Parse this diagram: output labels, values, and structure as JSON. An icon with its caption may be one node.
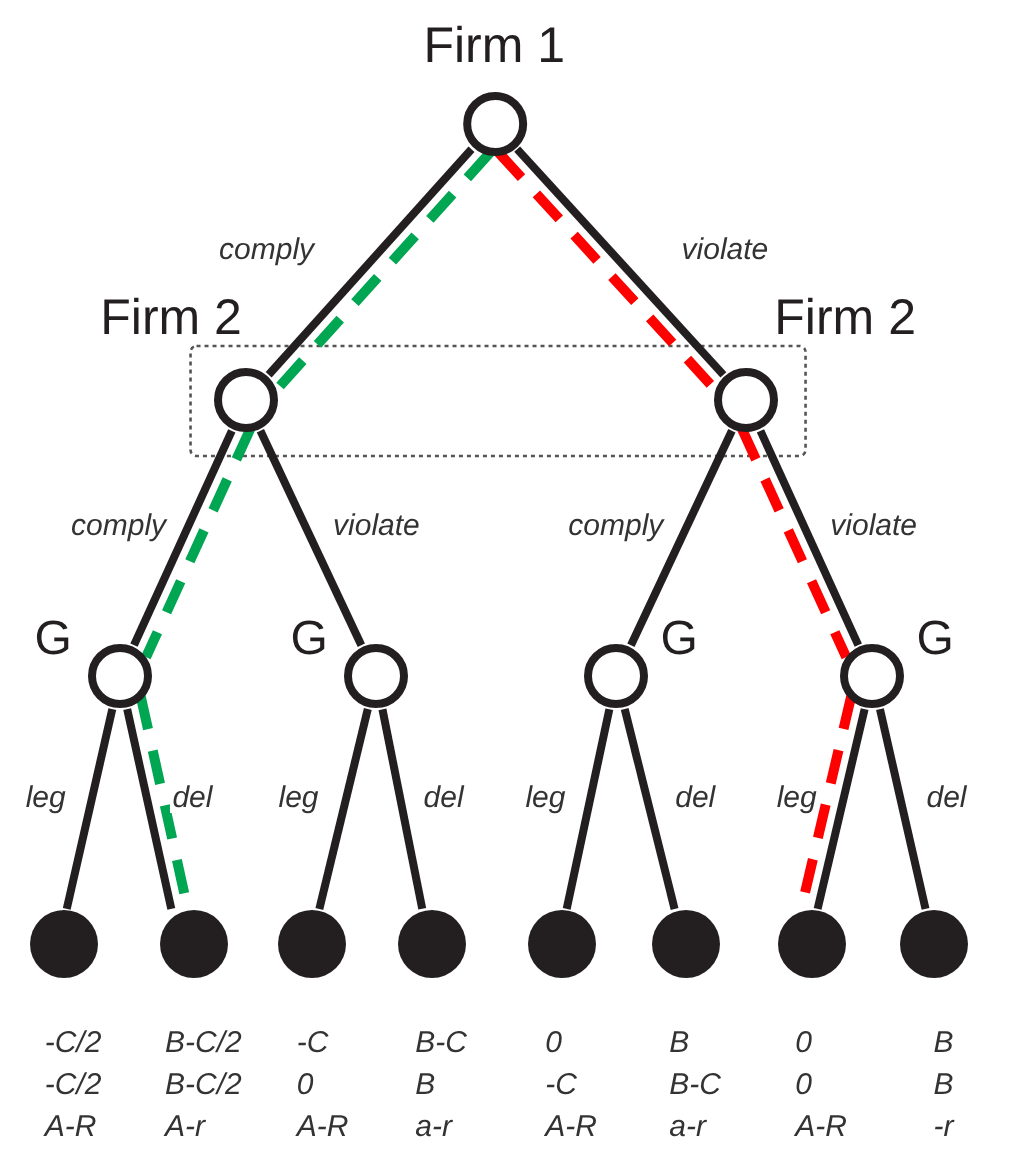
{
  "diagram": {
    "nodes": [
      {
        "text": [
          "Firm 1"
        ]
      },
      {
        "text": [
          "Firm 2"
        ]
      },
      {
        "text": [
          "Firm 2"
        ]
      },
      {
        "text": [
          "G"
        ]
      },
      {
        "text": [
          "G"
        ]
      },
      {
        "text": [
          "G"
        ]
      },
      {
        "text": [
          "G"
        ]
      },
      {
        "text": [],
        "shape": "circle",
        "beside": [
          "-C/2",
          "-C/2",
          "A-R"
        ]
      },
      {
        "text": [],
        "shape": "circle",
        "beside": [
          "B-C/2",
          "B-C/2",
          "A-r"
        ]
      },
      {
        "text": [],
        "shape": "circle",
        "beside": [
          "-C",
          "0",
          "A-R"
        ]
      },
      {
        "text": [],
        "shape": "circle",
        "beside": [
          "B-C",
          "B",
          "a-r"
        ]
      },
      {
        "text": [],
        "shape": "circle",
        "beside": [
          "0",
          "-C",
          "A-R"
        ]
      },
      {
        "text": [],
        "shape": "circle",
        "beside": [
          "B",
          "B-C",
          "a-r"
        ]
      },
      {
        "text": [],
        "shape": "circle",
        "beside": [
          "0",
          "0",
          "A-R"
        ]
      },
      {
        "text": [],
        "shape": "circle",
        "beside": [
          "B",
          "B",
          "-r"
        ]
      }
    ],
    "edges": [
      {
        "from": 0,
        "to": 1,
        "arrow": "none",
        "label": "comply"
      },
      {
        "from": 0,
        "to": 2,
        "arrow": "none",
        "label": "violate"
      },
      {
        "from": 1,
        "to": 3,
        "arrow": "none",
        "label": "comply"
      },
      {
        "from": 1,
        "to": 4,
        "arrow": "none",
        "label": "violate"
      },
      {
        "from": 2,
        "to": 5,
        "arrow": "none",
        "label": "comply"
      },
      {
        "from": 2,
        "to": 6,
        "arrow": "none",
        "label": "violate"
      },
      {
        "from": 3,
        "to": 7,
        "arrow": "none",
        "label": "leg"
      },
      {
        "from": 3,
        "to": 8,
        "arrow": "none",
        "label": "del"
      },
      {
        "from": 4,
        "to": 9,
        "arrow": "none",
        "label": "leg"
      },
      {
        "from": 4,
        "to": 10,
        "arrow": "none",
        "label": "del"
      },
      {
        "from": 5,
        "to": 11,
        "arrow": "none",
        "label": "leg"
      },
      {
        "from": 5,
        "to": 12,
        "arrow": "none",
        "label": "del"
      },
      {
        "from": 6,
        "to": 13,
        "arrow": "none",
        "label": "leg"
      },
      {
        "from": 6,
        "to": 14,
        "arrow": "none",
        "label": "del"
      },
      {
        "from": 0,
        "to": 1,
        "arrow": "none",
        "style": "dashed",
        "color": "#00a651"
      },
      {
        "from": 1,
        "to": 3,
        "arrow": "none",
        "style": "dashed",
        "color": "#00a651"
      },
      {
        "from": 3,
        "to": 8,
        "arrow": "none",
        "style": "dashed",
        "color": "#00a651"
      },
      {
        "from": 0,
        "to": 2,
        "arrow": "none",
        "style": "dashed",
        "color": "#ff0000"
      },
      {
        "from": 2,
        "to": 6,
        "arrow": "none",
        "style": "dashed",
        "color": "#ff0000"
      },
      {
        "from": 6,
        "to": 13,
        "arrow": "none",
        "style": "dashed",
        "color": "#ff0000"
      }
    ]
  }
}
